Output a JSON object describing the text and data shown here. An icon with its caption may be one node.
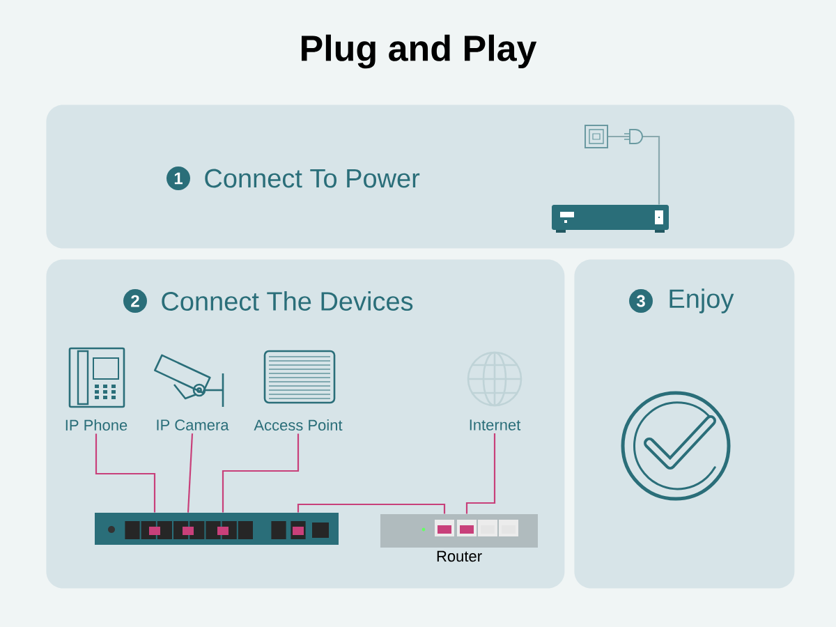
{
  "diagram": {
    "title": "Plug and Play",
    "nodes": [
      {
        "text": [
          "Connect To Power"
        ]
      },
      {
        "text": [
          "1"
        ],
        "in": 0
      },
      {
        "text": [],
        "shape": "box",
        "in": 0
      },
      {
        "text": [],
        "shape": "box",
        "in": 0
      },
      {
        "text": [
          "Connect The Devices"
        ]
      },
      {
        "text": [
          "2"
        ],
        "in": 4
      },
      {
        "text": [
          "IP Phone"
        ],
        "in": 4
      },
      {
        "text": [
          "IP Camera"
        ],
        "in": 4
      },
      {
        "text": [
          "Access Point"
        ],
        "in": 4
      },
      {
        "text": [
          "Internet"
        ],
        "in": 4
      },
      {
        "text": [],
        "shape": "box",
        "in": 4
      },
      {
        "text": [
          "Router"
        ],
        "in": 4
      },
      {
        "text": [
          "Enjoy"
        ]
      },
      {
        "text": [
          "3"
        ],
        "in": 12
      }
    ],
    "edges": [
      {
        "from": 2,
        "to": 3,
        "arrow": "none",
        "color": "#8aa9ae"
      },
      {
        "from": 6,
        "to": 10,
        "arrow": "none"
      },
      {
        "from": 7,
        "to": 10,
        "arrow": "none"
      },
      {
        "from": 8,
        "to": 10,
        "arrow": "none"
      },
      {
        "from": 10,
        "to": 11,
        "arrow": "none"
      },
      {
        "from": 9,
        "to": 11,
        "arrow": "none"
      }
    ]
  }
}
